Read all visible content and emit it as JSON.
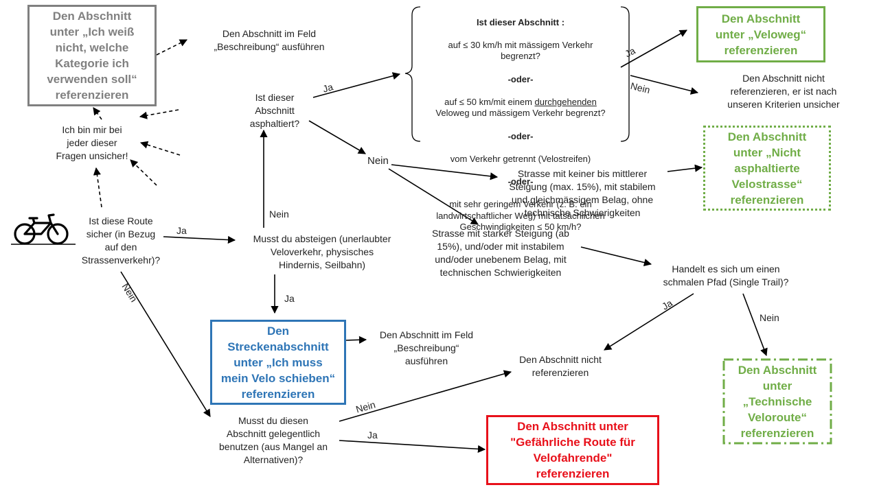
{
  "colors": {
    "gray": "#808080",
    "green": "#70ad47",
    "blue": "#2e75b6",
    "red": "#e8101a",
    "text": "#222222"
  },
  "icons": {
    "bicycle": "bicycle-icon"
  },
  "nodes": {
    "box_unsure": "Den Abschnitt\nunter „Ich weiß\nnicht, welche\nKategorie ich\nverwenden soll“\nreferenzieren",
    "desc_field_top": "Den Abschnitt im Feld\n„Beschreibung“ ausführen",
    "unsure_all": "Ich bin mir bei\njeder dieser\nFragen unsicher!",
    "q_route_safe": "Ist diese Route\nsicher (in Bezug\nauf den\nStrassenverkehr)?",
    "q_asphalt": "Ist dieser\nAbschnitt\nasphaltiert?",
    "q_dismount": "Musst du absteigen (unerlaubter\nVeloverkehr, physisches\nHindernis, Seilbahn)",
    "box_push": "Den\nStreckenabschnitt\nunter „Ich muss\nmein Velo schieben“\nreferenzieren",
    "desc_field_mid": "Den Abschnitt im Feld\n„Beschreibung“\nausführen",
    "q_occasional": "Musst du diesen\nAbschnitt gelegentlich\nbenutzen (aus Mangel an\nAlternativen)?",
    "box_danger": "Den Abschnitt unter\n\"Gefährliche Route für\nVelofahrende\"\nreferenzieren",
    "no_ref_mid": "Den Abschnitt nicht\nreferenzieren",
    "conditions": {
      "title": "Ist dieser Abschnitt :",
      "line1": "auf ≤ 30 km/h mit mässigem Verkehr\nbegrenzt?",
      "or": "-oder-",
      "line2_pre": "auf ≤ 50 km/mit einem ",
      "line2_ul": "durchgehenden",
      "line2_post": "\nVeloweg und mässigem Verkehr begrenzt?",
      "line3": "vom Verkehr getrennt (Velostreifen)",
      "line4": "mit sehr geringem Verkehr (z. B. ein\nlandwirtschaftlicher Weg) mit tatsächlichen\nGeschwindigkeiten ≤ 50 km/h?"
    },
    "box_veloweg": "Den Abschnitt\nunter „Veloweg“\nreferenzieren",
    "no_ref_top": "Den Abschnitt nicht\nreferenzieren, er ist nach\nunseren Kriterien unsicher",
    "node_nein_hub": "Nein",
    "road_moderate": "Strasse mit keiner bis mittlerer\nSteigung (max. 15%), mit stabilem\nund gleichmässigem Belag, ohne\ntechnische Schwierigkeiten",
    "box_unpaved": "Den Abschnitt\nunter „Nicht\nasphaltierte\nVelostrasse“\nreferenzieren",
    "road_steep": "Strasse mit starker Steigung (ab\n15%), und/oder mit instabilem\nund/oder unebenem Belag, mit\ntechnischen Schwierigkeiten",
    "q_single_trail": "Handelt es sich um einen\nschmalen Pfad (Single Trail)?",
    "box_technical": "Den Abschnitt\nunter\n„Technische\nVeloroute“\nreferenzieren"
  },
  "edge_labels": {
    "ja_route": "Ja",
    "nein_route": "Nein",
    "nein_dismount": "Nein",
    "ja_dismount": "Ja",
    "ja_asphalt": "Ja",
    "ja_conditions": "Ja",
    "nein_conditions": "Nein",
    "nein_occasional": "Nein",
    "ja_occasional": "Ja",
    "ja_trail": "Ja",
    "nein_trail": "Nein"
  }
}
